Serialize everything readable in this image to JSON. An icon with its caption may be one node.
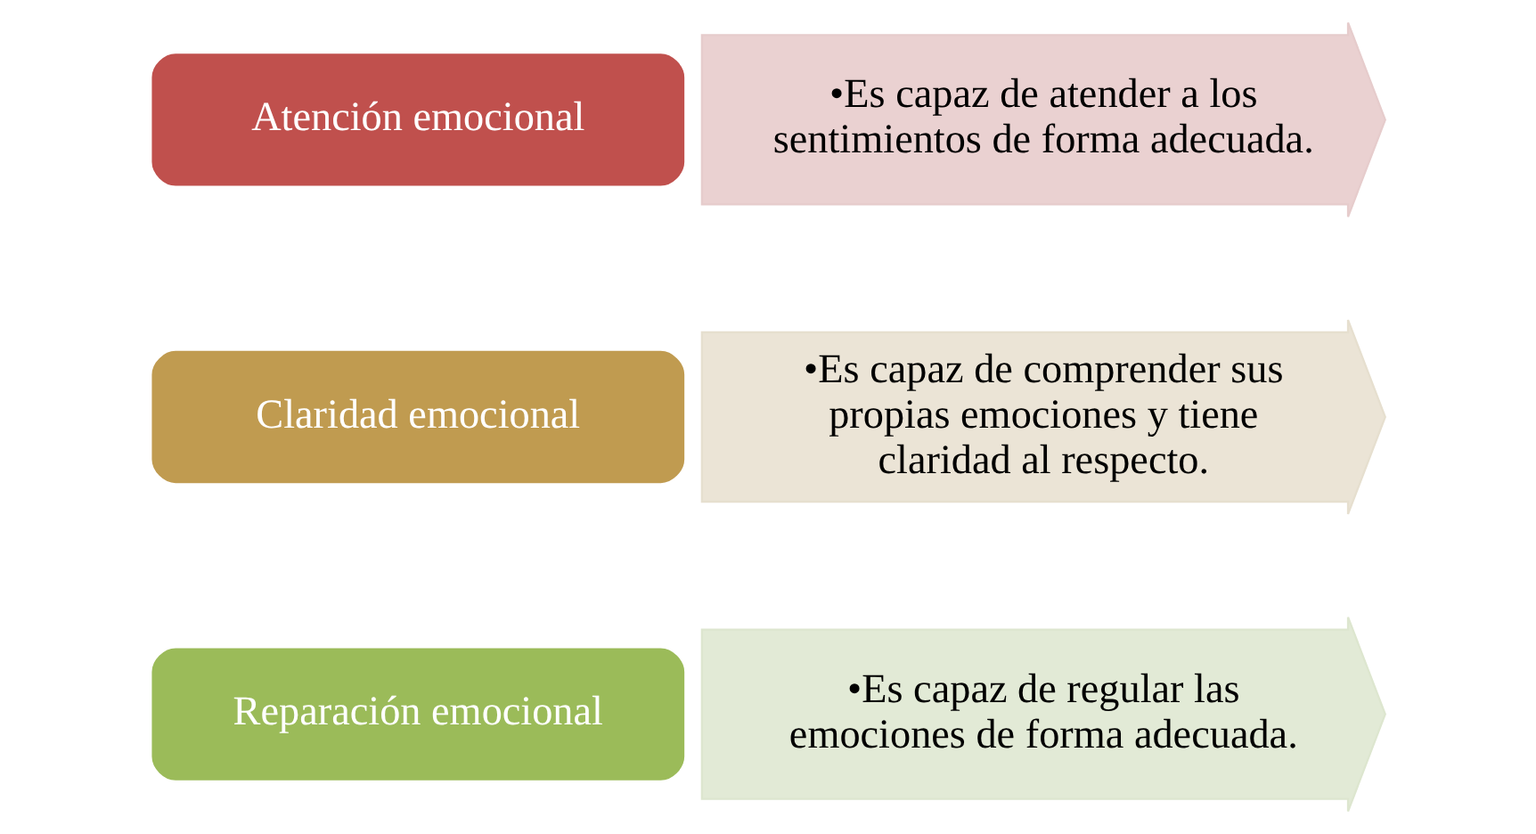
{
  "diagram": {
    "nodes": [
      {
        "text": [
          "Atención emocional"
        ]
      },
      {
        "text": [
          "•Es capaz de atender a los sentimientos de forma adecuada."
        ]
      },
      {
        "text": [
          "Claridad emocional"
        ]
      },
      {
        "text": [
          "•Es capaz de comprender sus propias emociones y tiene claridad al respecto."
        ]
      },
      {
        "text": [
          "Reparación emocional"
        ]
      },
      {
        "text": [
          "•Es capaz de regular las emociones de forma adecuada."
        ]
      }
    ]
  }
}
